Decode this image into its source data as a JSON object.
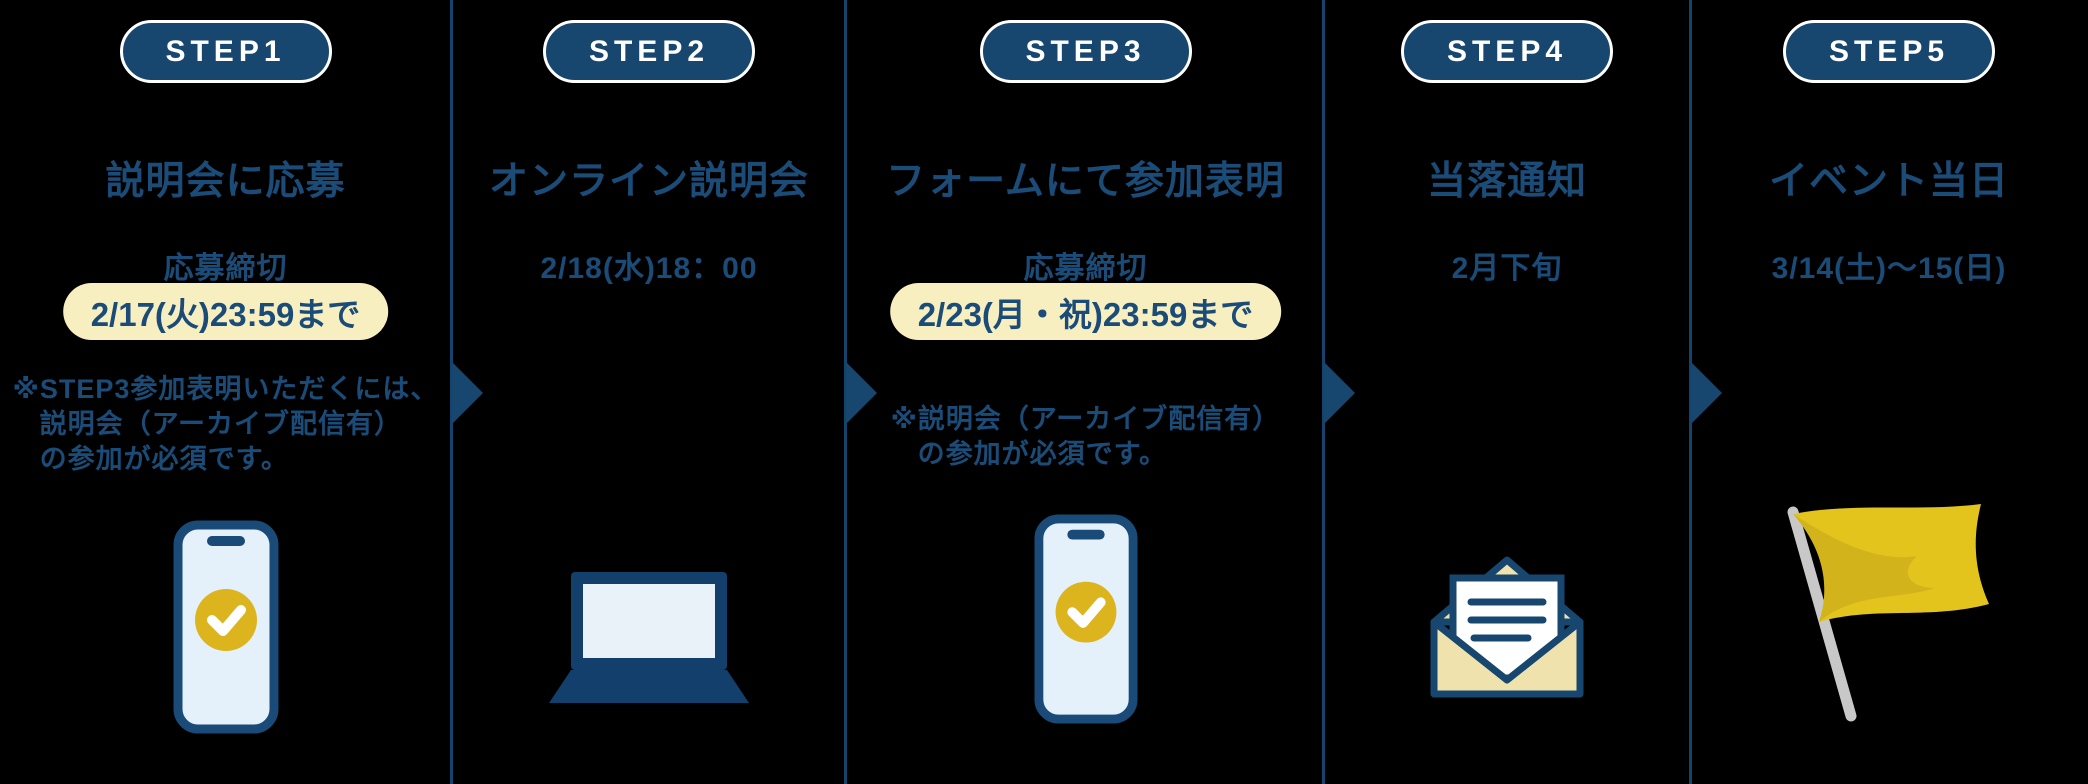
{
  "diagram": {
    "background_color": "#000000",
    "accent_navy": "#17466f",
    "text_navy": "#1b4c78",
    "highlight_cream": "#f8efc1",
    "check_yellow": "#dcb41e",
    "flag_yellow": "#e3c41d",
    "flag_shade_yellow": "#c9ab1a",
    "pole_gray": "#c8c8c8",
    "screen_light_blue": "#e4f0fa",
    "badge_text_color": "#ffffff"
  },
  "steps": [
    {
      "badge": "STEP1",
      "title": "説明会に応募",
      "deadline_label": "応募締切",
      "deadline_value": "2/17(火)23:59まで",
      "note_lines": [
        "※STEP3参加表明いただくには、",
        "説明会（アーカイブ配信有）",
        "の参加が必須です。"
      ],
      "icon": "smartphone-check-icon"
    },
    {
      "badge": "STEP2",
      "title": "オンライン説明会",
      "date": "2/18(水)18：00",
      "icon": "laptop-icon"
    },
    {
      "badge": "STEP3",
      "title": "フォームにて参加表明",
      "deadline_label": "応募締切",
      "deadline_value": "2/23(月・祝)23:59まで",
      "note_lines": [
        "※説明会（アーカイブ配信有）",
        "の参加が必須です。"
      ],
      "icon": "smartphone-check-icon"
    },
    {
      "badge": "STEP4",
      "title": "当落通知",
      "date": "2月下旬",
      "icon": "envelope-letter-icon"
    },
    {
      "badge": "STEP5",
      "title": "イベント当日",
      "date": "3/14(土)～15(日)",
      "icon": "flag-icon"
    }
  ]
}
